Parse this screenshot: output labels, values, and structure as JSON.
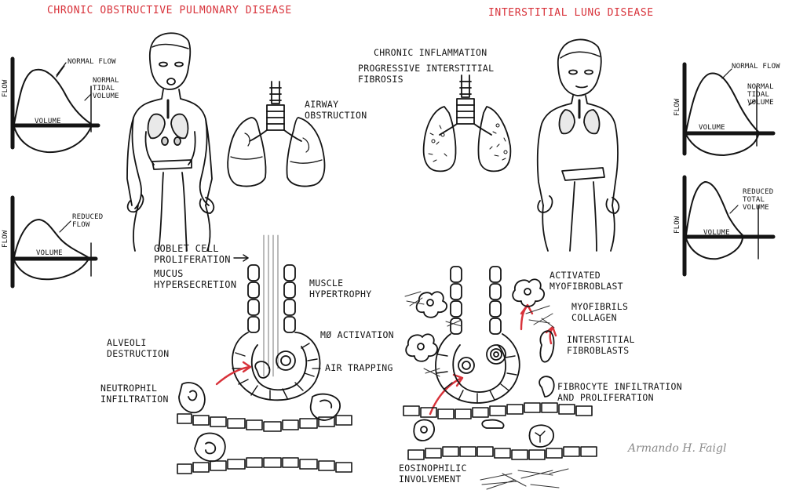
{
  "titles": {
    "left": "CHRONIC OBSTRUCTIVE PULMONARY DISEASE",
    "right": "INTERSTITIAL LUNG DISEASE"
  },
  "graphs": {
    "copd_normal": {
      "flow": "FLOW",
      "volume": "VOLUME",
      "note1": "NORMAL FLOW",
      "note2": "NORMAL\nTIDAL\nVOLUME"
    },
    "copd_reduced": {
      "flow": "FLOW",
      "volume": "VOLUME",
      "note1": "REDUCED\nFLOW"
    },
    "ild_normal": {
      "flow": "FLOW",
      "volume": "VOLUME",
      "note1": "NORMAL FLOW",
      "note2": "NORMAL\nTIDAL\nVOLUME"
    },
    "ild_reduced": {
      "flow": "FLOW",
      "volume": "VOLUME",
      "note1": "REDUCED\nTOTAL\nVOLUME"
    }
  },
  "labels": {
    "airway_obstruction": "AIRWAY\nOBSTRUCTION",
    "chronic_inflammation": "CHRONIC INFLAMMATION",
    "progressive_fibrosis": "PROGRESSIVE INTERSTITIAL\nFIBROSIS",
    "goblet": "GOBLET CELL\nPROLIFERATION",
    "mucus": "MUCUS\nHYPERSECRETION",
    "muscle": "MUSCLE\nHYPERTROPHY",
    "macrophage": "MØ ACTIVATION",
    "air_trapping": "AIR TRAPPING",
    "alveoli": "ALVEOLI\nDESTRUCTION",
    "neutrophil": "NEUTROPHIL\nINFILTRATION",
    "myofibroblast": "ACTIVATED\nMYOFIBROBLAST",
    "myofibrils": "MYOFIBRILS\nCOLLAGEN",
    "interstitial_fibroblasts": "INTERSTITIAL\nFIBROBLASTS",
    "fibrocyte": "FIBROCYTE INFILTRATION\nAND PROLIFERATION",
    "eosinophilic": "EOSINOPHILIC\nINVOLVEMENT"
  },
  "signature": "Armando H. Faigl",
  "colors": {
    "ink": "#141414",
    "accent": "#d8323a",
    "signature": "#8a8a8a"
  }
}
